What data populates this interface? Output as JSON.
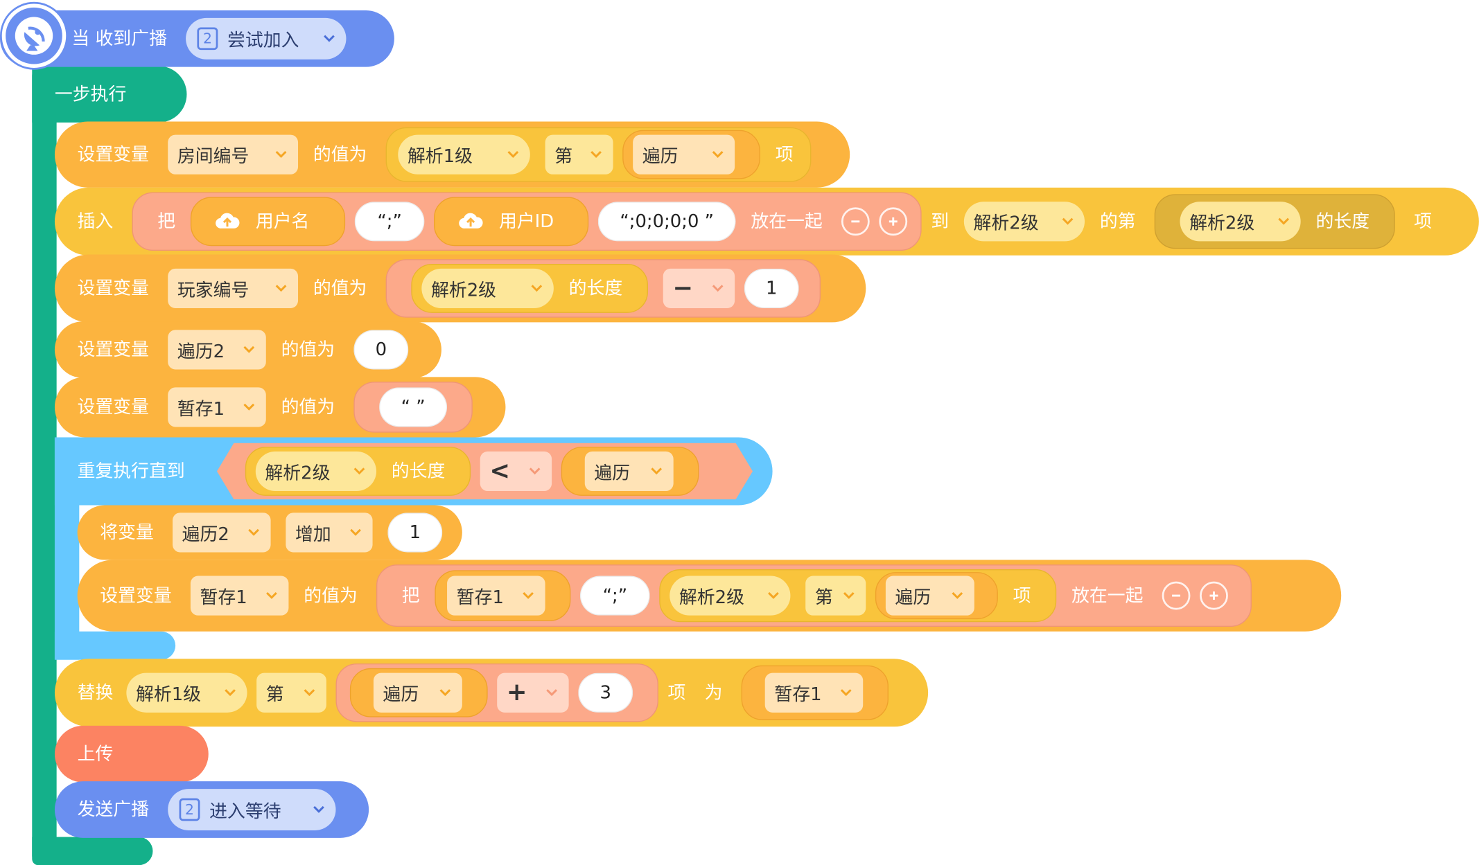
{
  "colors": {
    "event": "#6a8ff0",
    "control": "#14b08a",
    "variable": "#fcb43f",
    "list": "#f9c43c",
    "operator": "#fca98a",
    "loop": "#66c8ff",
    "upload": "#fc8362",
    "dropdown_light": "#ffe3b6",
    "dropdown_yellow": "#fde79a"
  },
  "hat": {
    "label": "当 收到广播",
    "broadcast_badge": "2",
    "broadcast_value": "尝试加入",
    "icon": "satellite-dish-icon"
  },
  "step": {
    "label": "一步执行"
  },
  "block_set_room": {
    "label": "设置变量",
    "var": "房间编号",
    "value_label": "的值为",
    "list": "解析1级",
    "nth": "第",
    "index": "遍历",
    "item": "项"
  },
  "block_insert": {
    "label": "插入",
    "join_prefix": "把",
    "cloud_var1": "用户名",
    "str1": "“;”",
    "cloud_var2": "用户ID",
    "str2": "“;0;0;0;0 ”",
    "join_suffix": "放在一起",
    "to": "到",
    "list": "解析2级",
    "nth_of": "的第",
    "length_list": "解析2级",
    "length_of": "的长度",
    "item": "项"
  },
  "block_set_player": {
    "label": "设置变量",
    "var": "玩家编号",
    "value_label": "的值为",
    "list": "解析2级",
    "length_of": "的长度",
    "op": "−",
    "value": "1"
  },
  "block_set_iter2": {
    "label": "设置变量",
    "var": "遍历2",
    "value_label": "的值为",
    "value": "0"
  },
  "block_set_temp": {
    "label": "设置变量",
    "var": "暂存1",
    "value_label": "的值为",
    "value": "“ ”"
  },
  "block_repeat": {
    "label": "重复执行直到",
    "list": "解析2级",
    "length_of": "的长度",
    "op": "<",
    "var": "遍历"
  },
  "block_inc": {
    "label": "将变量",
    "var": "遍历2",
    "op": "增加",
    "value": "1"
  },
  "block_set_temp2": {
    "label": "设置变量",
    "var": "暂存1",
    "value_label": "的值为",
    "join_prefix": "把",
    "join_var": "暂存1",
    "str": "“;”",
    "list": "解析2级",
    "nth": "第",
    "index": "遍历",
    "item": "项",
    "join_suffix": "放在一起"
  },
  "block_replace": {
    "label": "替换",
    "list": "解析1级",
    "nth": "第",
    "var": "遍历",
    "op": "+",
    "value": "3",
    "item": "项",
    "as": "为",
    "with": "暂存1"
  },
  "block_upload": {
    "label": "上传"
  },
  "block_send": {
    "label": "发送广播",
    "broadcast_badge": "2",
    "broadcast_value": "进入等待"
  }
}
